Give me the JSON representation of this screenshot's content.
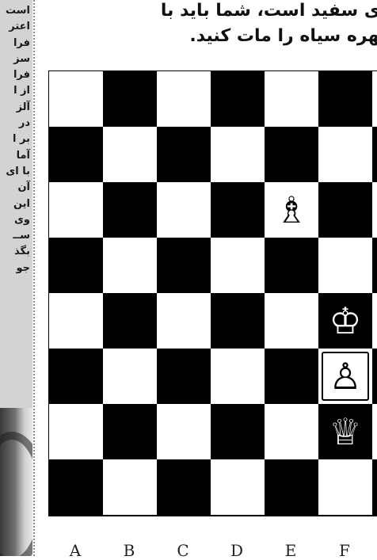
{
  "heading": {
    "line1": "مهره های سفید است، شما باید با",
    "line2": "حرکت مهره سیاه را مات کنید."
  },
  "left_column": {
    "lines": [
      "است",
      "اعتر",
      "فرا",
      "سز",
      "فرا",
      "از ا",
      "آلز",
      "در",
      "بر ا",
      "آما",
      "با ای",
      "آن",
      "این",
      "وی",
      "ســ",
      "بگذ",
      "جو"
    ]
  },
  "board": {
    "files": [
      "A",
      "B",
      "C",
      "D",
      "E",
      "F"
    ],
    "squares_across_visible": 6,
    "rows": 8,
    "pieces": [
      {
        "name": "white-bishop-icon",
        "glyph": "♗",
        "col": 4,
        "row": 2
      },
      {
        "name": "white-king-icon",
        "glyph": "♔",
        "col": 5,
        "row": 4
      },
      {
        "name": "white-pawn-icon",
        "glyph": "♙",
        "col": 5,
        "row": 5
      },
      {
        "name": "white-queen-icon",
        "glyph": "♕",
        "col": 5,
        "row": 6
      }
    ]
  },
  "colors": {
    "light_square": "#ffffff",
    "dark_square": "#000000",
    "sidebar_bg": "#d3d3d3"
  }
}
